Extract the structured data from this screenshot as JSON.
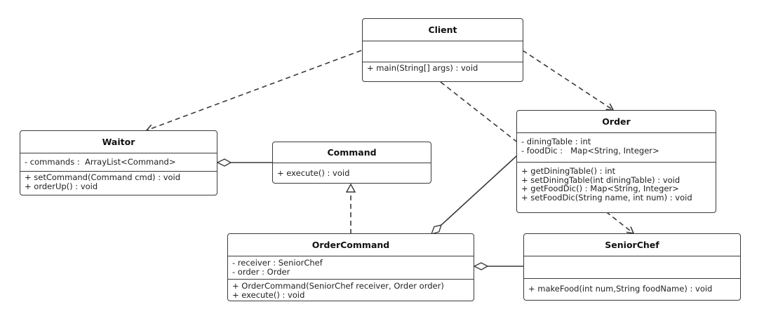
{
  "classes": {
    "client": {
      "name": "Client",
      "attributes": [],
      "methods": [
        "+ main(String[] args) : void"
      ]
    },
    "waiter": {
      "name": "Waitor",
      "attributes": [
        "- commands :  ArrayList<Command>"
      ],
      "methods": [
        "+ setCommand(Command cmd) : void",
        "+ orderUp() : void"
      ]
    },
    "command": {
      "name": "Command",
      "attributes": [],
      "methods": [
        "+ execute() : void"
      ]
    },
    "order": {
      "name": "Order",
      "attributes": [
        "- diningTable : int",
        "- foodDic :   Map<String, Integer>"
      ],
      "methods": [
        "+ getDiningTable() : int",
        "+ setDiningTable(int diningTable) : void",
        "+ getFoodDic() : Map<String, Integer>",
        "+ setFoodDic(String name, int num) : void"
      ]
    },
    "order_command": {
      "name": "OrderCommand",
      "attributes": [
        "- receiver : SeniorChef",
        "- order : Order"
      ],
      "methods": [
        "+ OrderCommand(SeniorChef receiver, Order order)",
        "+ execute() : void"
      ]
    },
    "senior_chef": {
      "name": "SeniorChef",
      "attributes": [],
      "methods": [
        "+ makeFood(int num,String foodName) : void"
      ]
    }
  },
  "relations": [
    {
      "from": "Client",
      "to": "Waitor",
      "type": "dependency"
    },
    {
      "from": "Client",
      "to": "Order",
      "type": "dependency"
    },
    {
      "from": "Client",
      "to": "SeniorChef",
      "type": "dependency"
    },
    {
      "from": "OrderCommand",
      "to": "Command",
      "type": "realization"
    },
    {
      "from": "Waitor",
      "to": "Command",
      "type": "aggregation"
    },
    {
      "from": "OrderCommand",
      "to": "Order",
      "type": "aggregation"
    },
    {
      "from": "OrderCommand",
      "to": "SeniorChef",
      "type": "aggregation"
    }
  ],
  "colors": {
    "line": "#3a3a3a",
    "text": "#222222",
    "background": "#ffffff"
  }
}
